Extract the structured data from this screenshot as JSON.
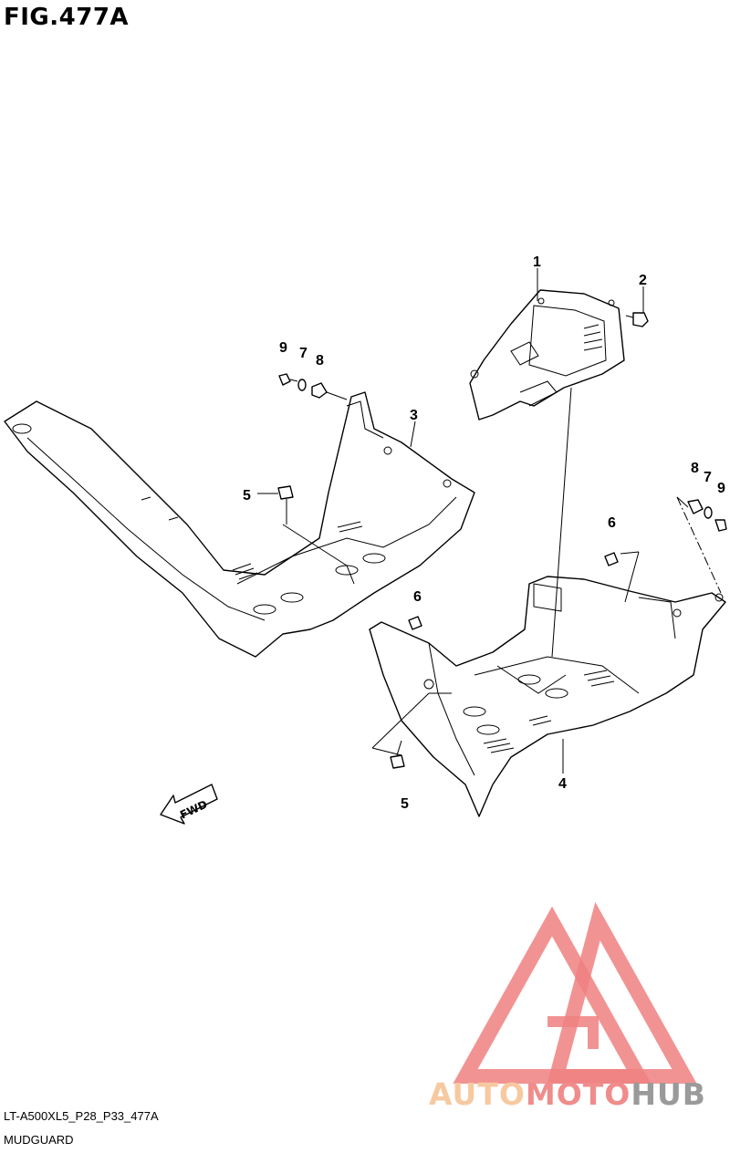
{
  "figure": {
    "title": "FIG.477A",
    "model_code": "LT-A500XL5_P28_P33_477A",
    "section": "MUDGUARD",
    "direction_label": "FWD"
  },
  "callouts": {
    "p1": "1",
    "p2": "2",
    "p3": "3",
    "p4": "4",
    "p5a": "5",
    "p5b": "5",
    "p6a": "6",
    "p6b": "6",
    "p7a": "7",
    "p7b": "7",
    "p8a": "8",
    "p8b": "8",
    "p9a": "9",
    "p9b": "9"
  },
  "watermark": {
    "part1": "AUTO",
    "part2": "MOTO",
    "part3": "HUB",
    "colors": {
      "auto": "#f7c9a0",
      "moto": "#f08c8c",
      "hub": "#9a9a9a",
      "triangle": "#f08080"
    }
  }
}
